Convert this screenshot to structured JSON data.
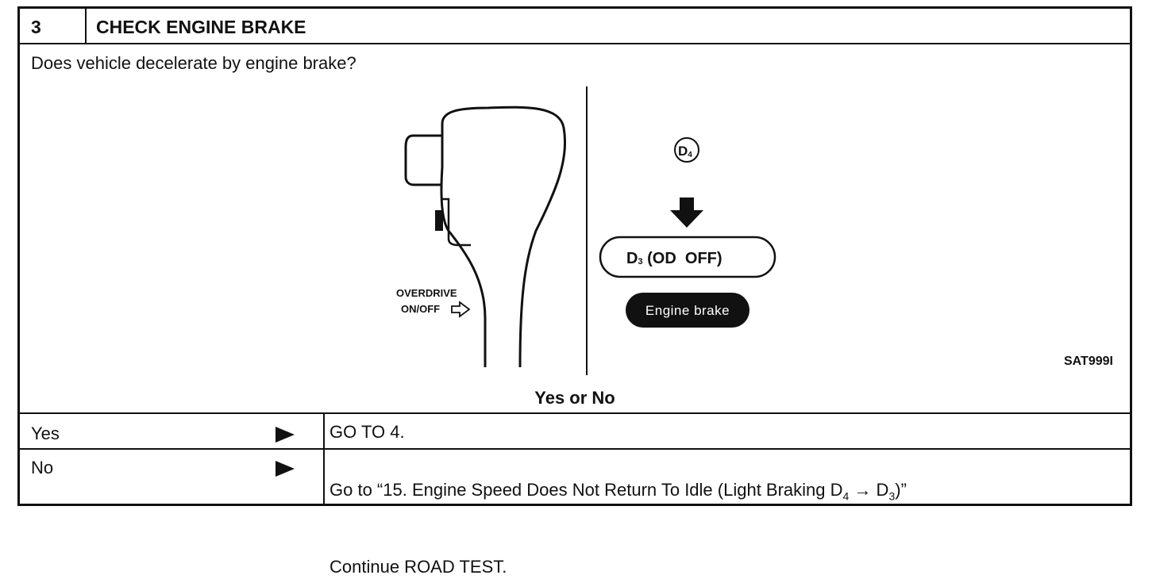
{
  "header": {
    "step_number": "3",
    "title": "CHECK ENGINE BRAKE"
  },
  "question": "Does vehicle decelerate by engine brake?",
  "figure": {
    "overdrive_label_line1": "OVERDRIVE",
    "overdrive_label_line2": "ON/OFF",
    "d4_label": "D",
    "d4_subscript": "4",
    "d3_label": "D",
    "d3_subscript": "3",
    "d3_suffix": " (OD  OFF)",
    "engine_brake_label": "Engine brake",
    "figure_id": "SAT999I"
  },
  "decision_heading": "Yes or No",
  "answers": [
    {
      "label": "Yes",
      "result": "GO TO 4."
    },
    {
      "label": "No",
      "result_line1": "Go to “15. Engine Speed Does Not Return To Idle (Light Braking D",
      "sub_a": "4",
      "arrow": " → D",
      "sub_b": "3",
      "result_end": ")”",
      "result_line2": "Continue ROAD TEST."
    }
  ]
}
